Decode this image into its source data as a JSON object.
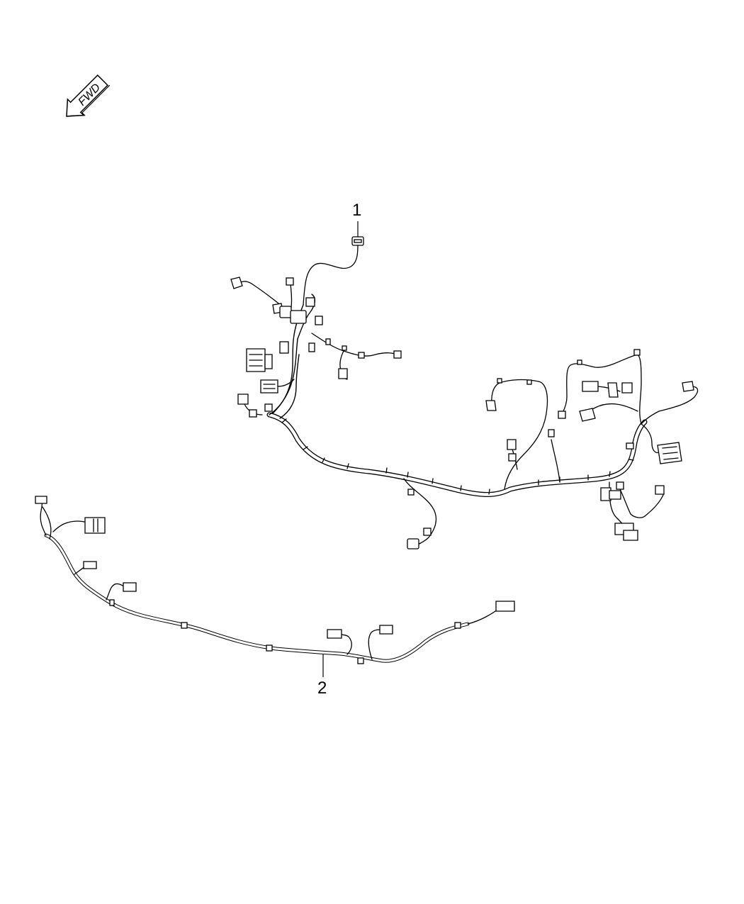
{
  "orientation": {
    "label": "FWD",
    "icon": "forward-arrow-icon"
  },
  "callouts": [
    {
      "number": "1"
    },
    {
      "number": "2"
    }
  ],
  "colors": {
    "line": "#000000",
    "background": "#ffffff"
  }
}
